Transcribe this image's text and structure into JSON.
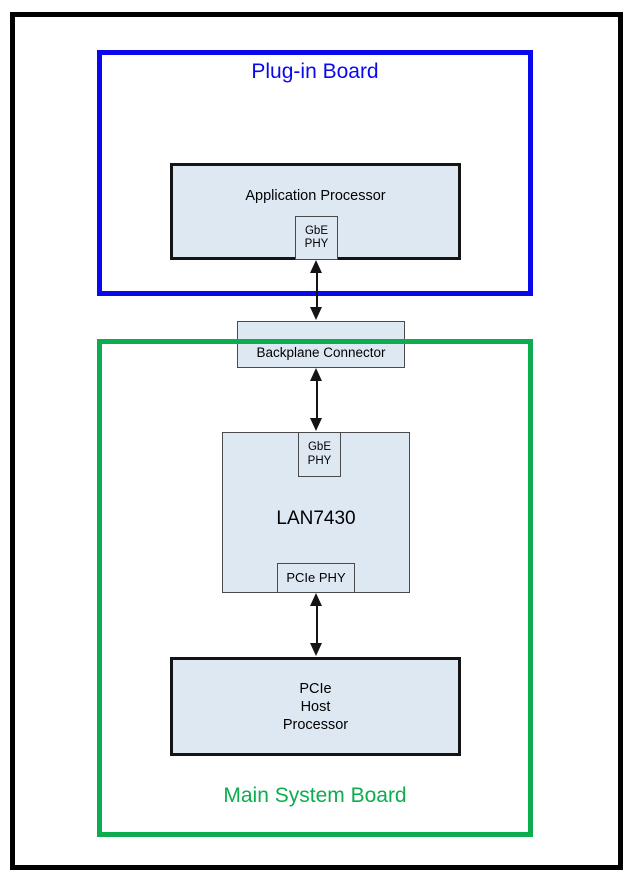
{
  "plugin_board": {
    "title": "Plug-in Board",
    "border_color": "#0909EC",
    "title_color": "#0909EC",
    "application_processor": {
      "label": "Application Processor",
      "gbe_phy": "GbE\nPHY"
    }
  },
  "backplane_connector": {
    "label": "Backplane Connector"
  },
  "main_system_board": {
    "title": "Main System Board",
    "border_color": "#0BAD4F",
    "title_color": "#0BAD4F",
    "lan7430": {
      "label": "LAN7430",
      "gbe_phy": "GbE\nPHY",
      "pcie_phy": "PCIe PHY"
    },
    "host_processor": {
      "label": "PCIe\nHost\nProcessor"
    }
  },
  "styles": {
    "node_fill": "#DEE8F3",
    "node_thin_border": "#4A4A4A",
    "node_thick_border": "#141414",
    "outer_frame_color": "#000000",
    "arrow_color": "#141414"
  }
}
